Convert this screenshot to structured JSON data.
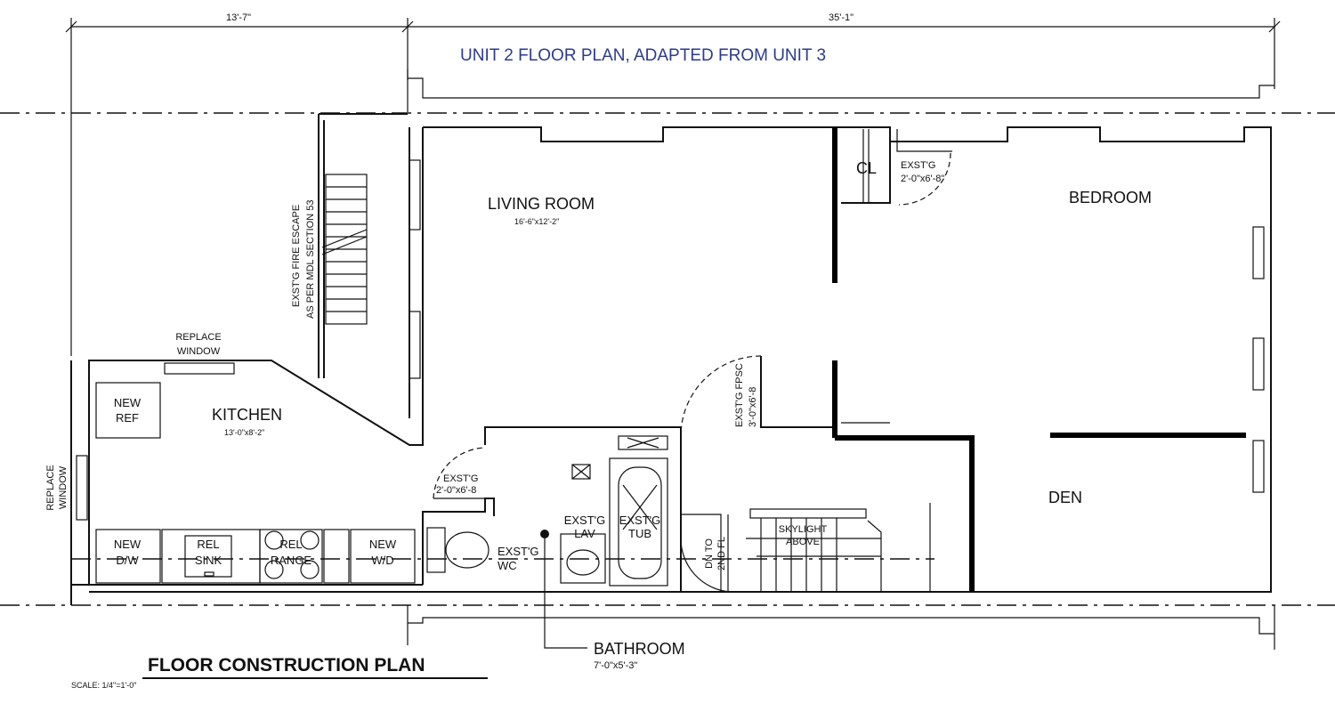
{
  "header": {
    "title": "UNIT 2 FLOOR PLAN, ADAPTED FROM UNIT 3",
    "title_color": "#2b3b8f"
  },
  "dimensions": {
    "left": "13'-7\"",
    "right": "35'-1\""
  },
  "rooms": {
    "living_room": {
      "name": "LIVING ROOM",
      "size": "16'-6\"x12'-2\""
    },
    "bedroom": {
      "name": "BEDROOM"
    },
    "kitchen": {
      "name": "KITCHEN",
      "size": "13'-0\"x8'-2\""
    },
    "den": {
      "name": "DEN"
    },
    "closet": {
      "name": "CL"
    },
    "bathroom": {
      "name": "BATHROOM",
      "size": "7'-0\"x5'-3\""
    }
  },
  "notes": {
    "fire_escape_1": "EXST'G FIRE ESCAPE",
    "fire_escape_2": "AS PER MDL SECTION 53",
    "replace_window": "REPLACE",
    "replace_window_2": "WINDOW",
    "closet_door_1": "EXST'G",
    "closet_door_2": "2'-0\"x6'-8\"",
    "bath_door_1": "EXST'G",
    "bath_door_2": "2'-0\"x6'-8",
    "fpsc_door_1": "EXST'G FPSC",
    "fpsc_door_2": "3'-0\"x6'-8",
    "new_ref_1": "NEW",
    "new_ref_2": "REF",
    "new_dw_1": "NEW",
    "new_dw_2": "D/W",
    "rel_sink_1": "REL",
    "rel_sink_2": "SINK",
    "rel_range_1": "REL",
    "rel_range_2": "RANGE",
    "new_wd_1": "NEW",
    "new_wd_2": "W/D",
    "wc_1": "EXST'G",
    "wc_2": "WC",
    "lav_1": "EXST'G",
    "lav_2": "LAV",
    "tub_1": "EXST'G",
    "tub_2": "TUB",
    "skylight_1": "SKYLIGHT",
    "skylight_2": "ABOVE",
    "stair_1": "DN TO",
    "stair_2": "2ND FL"
  },
  "footer": {
    "plan_title": "FLOOR CONSTRUCTION PLAN",
    "scale": "SCALE: 1/4\"=1'-0\""
  }
}
